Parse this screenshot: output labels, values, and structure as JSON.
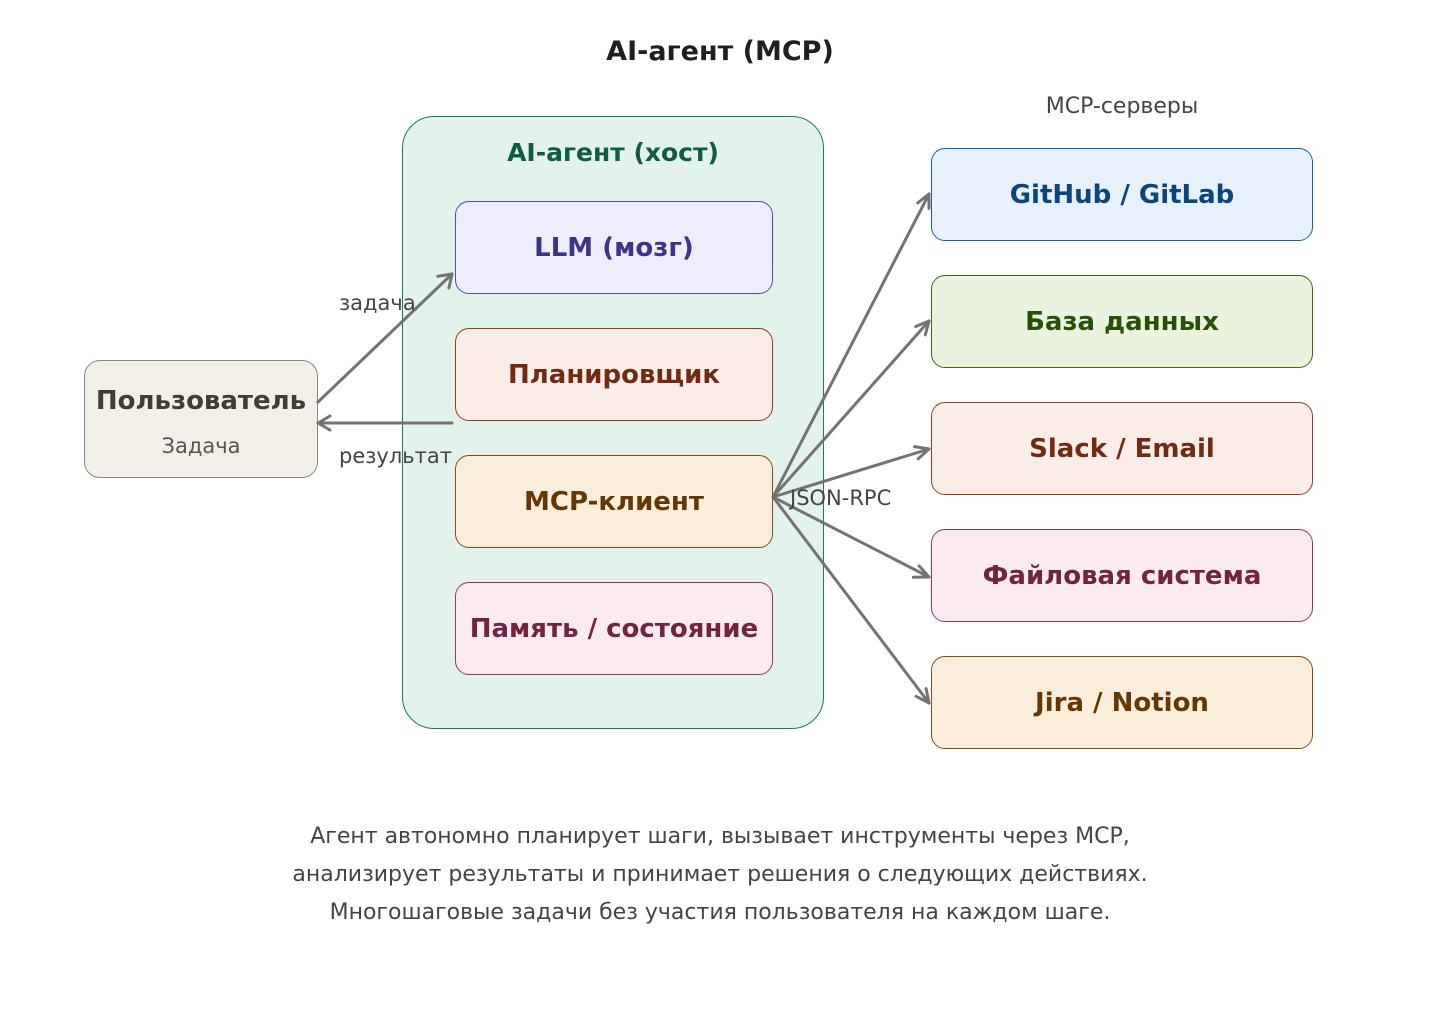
{
  "title": "AI-агент (MCP)",
  "servers_label": "MCP-серверы",
  "host": {
    "title": "AI-агент (хост)",
    "components": [
      {
        "label": "LLM (мозг)",
        "color": "#3c3489",
        "bg": "#eeedfe",
        "border": "#534ab7"
      },
      {
        "label": "Планировщик",
        "color": "#712b13",
        "bg": "#faece7",
        "border": "#993c1d"
      },
      {
        "label": "MCP-клиент",
        "color": "#633806",
        "bg": "#faeeda",
        "border": "#854f0b"
      },
      {
        "label": "Память / состояние",
        "color": "#72243e",
        "bg": "#fbeaf0",
        "border": "#993556"
      }
    ]
  },
  "user": {
    "name": "Пользователь",
    "sub": "Задача"
  },
  "edges": {
    "task": "задача",
    "result": "результат",
    "protocol": "JSON-RPC"
  },
  "servers": [
    {
      "label": "GitHub / GitLab",
      "color": "#0c447c",
      "bg": "#e6f1fb",
      "border": "#185fa5"
    },
    {
      "label": "База данных",
      "color": "#27500a",
      "bg": "#eaf3de",
      "border": "#3b6d11"
    },
    {
      "label": "Slack / Email",
      "color": "#712b13",
      "bg": "#faece7",
      "border": "#993c1d"
    },
    {
      "label": "Файловая система",
      "color": "#72243e",
      "bg": "#fbeaf0",
      "border": "#993556"
    },
    {
      "label": "Jira / Notion",
      "color": "#633806",
      "bg": "#faeeda",
      "border": "#854f0b"
    }
  ],
  "caption": [
    "Агент автономно планирует шаги, вызывает инструменты через MCP,",
    "анализирует результаты и принимает решения о следующих действиях.",
    "Многошаговые задачи без участия пользователя на каждом шаге."
  ]
}
